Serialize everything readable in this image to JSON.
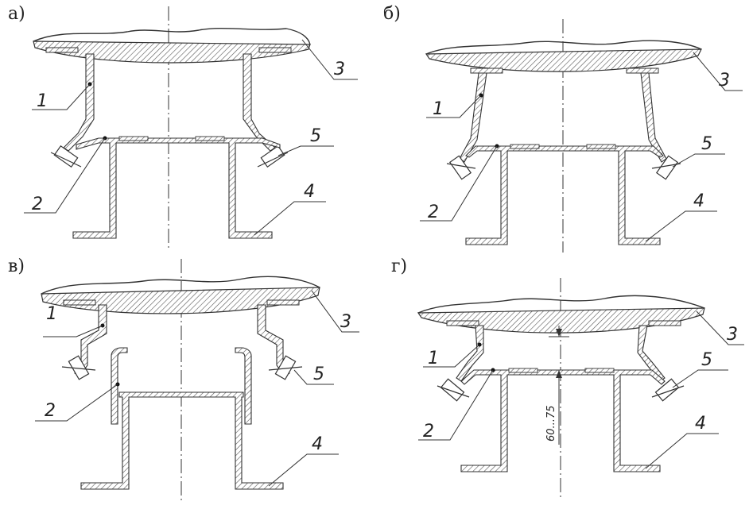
{
  "panels": [
    {
      "id": "a",
      "letter": "а)",
      "labels": [
        "1",
        "2",
        "3",
        "4",
        "5"
      ]
    },
    {
      "id": "b",
      "letter": "б)",
      "labels": [
        "1",
        "2",
        "3",
        "4",
        "5"
      ]
    },
    {
      "id": "v",
      "letter": "в)",
      "labels": [
        "1",
        "2",
        "3",
        "4",
        "5"
      ]
    },
    {
      "id": "g",
      "letter": "г)",
      "labels": [
        "1",
        "2",
        "3",
        "4",
        "5"
      ]
    }
  ],
  "dimension": "60...75"
}
